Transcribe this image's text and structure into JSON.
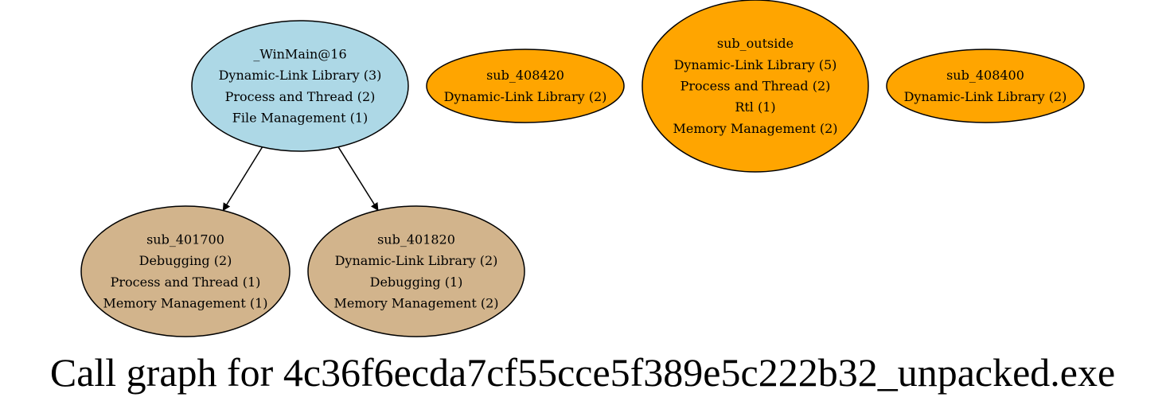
{
  "caption": "Call graph for 4c36f6ecda7cf55cce5f389e5c222b32_unpacked.exe",
  "colors": {
    "root": "#add8e6",
    "orphan": "#ffa500",
    "callee": "#d2b48c",
    "stroke": "#000000"
  },
  "nodes": [
    {
      "id": "winmain",
      "kind": "root",
      "lines": [
        "_WinMain@16",
        "Dynamic-Link Library (3)",
        "Process and Thread (2)",
        "File Management (1)"
      ]
    },
    {
      "id": "sub_408420",
      "kind": "orphan",
      "lines": [
        "sub_408420",
        "Dynamic-Link Library (2)"
      ]
    },
    {
      "id": "sub_outside",
      "kind": "orphan",
      "lines": [
        "sub_outside",
        "Dynamic-Link Library (5)",
        "Process and Thread (2)",
        "Rtl (1)",
        "Memory Management (2)"
      ]
    },
    {
      "id": "sub_408400",
      "kind": "orphan",
      "lines": [
        "sub_408400",
        "Dynamic-Link Library (2)"
      ]
    },
    {
      "id": "sub_401700",
      "kind": "callee",
      "lines": [
        "sub_401700",
        "Debugging (2)",
        "Process and Thread (1)",
        "Memory Management (1)"
      ]
    },
    {
      "id": "sub_401820",
      "kind": "callee",
      "lines": [
        "sub_401820",
        "Dynamic-Link Library (2)",
        "Debugging (1)",
        "Memory Management (2)"
      ]
    }
  ],
  "edges": [
    {
      "from": "winmain",
      "to": "sub_401700"
    },
    {
      "from": "winmain",
      "to": "sub_401820"
    }
  ]
}
